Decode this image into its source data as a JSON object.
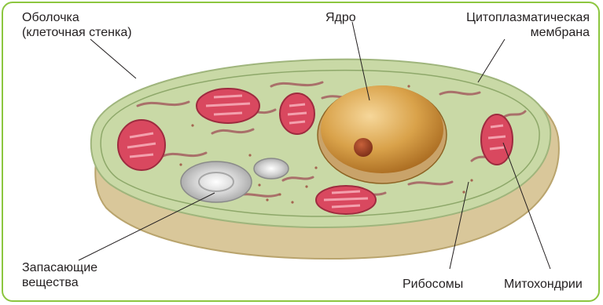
{
  "labels": {
    "shell": {
      "line1": "Оболочка",
      "line2": "(клеточная стенка)"
    },
    "nucleus": "Ядро",
    "membrane": {
      "line1": "Цитоплазматическая",
      "line2": "мембрана"
    },
    "storage": {
      "line1": "Запасающие",
      "line2": "вещества"
    },
    "ribosomes": "Рибосомы",
    "mitochondria": "Митохондрии"
  },
  "colors": {
    "frame": "#8cc63f",
    "wall": "#d9c79a",
    "cytoplasm": "#c9d9a6",
    "mitochondria": "#d9485f",
    "nucleus": "#c98a2e",
    "er": "#a9706a"
  }
}
